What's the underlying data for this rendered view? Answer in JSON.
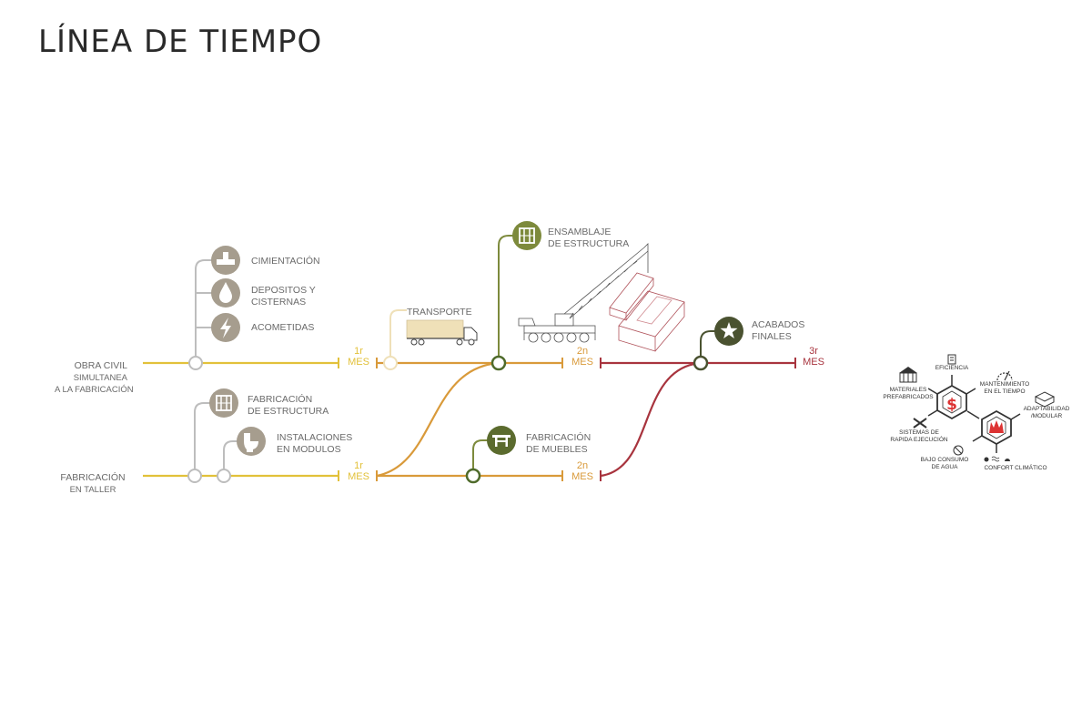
{
  "title": "LÍNEA DE TIEMPO",
  "colors": {
    "yellow": "#e2c13a",
    "orange": "#d99a3a",
    "dark_red": "#a8343e",
    "olive": "#7d8a3c",
    "dark_olive": "#4a5230",
    "gray": "#bdbdbd",
    "gray_badge": "#a69d8e",
    "cream": "#efe0b8",
    "text": "#6a6a6a"
  },
  "rows": {
    "obra_civil": {
      "line1": "OBRA CIVIL",
      "line2": "SIMULTANEA",
      "line3": "A LA FABRICACIÓN"
    },
    "fabricacion": {
      "line1": "FABRICACIÓN",
      "line2": "EN TALLER"
    }
  },
  "milestones": {
    "top_1": {
      "num": "1r",
      "unit": "MES"
    },
    "top_2": {
      "num": "2n",
      "unit": "MES"
    },
    "top_3": {
      "num": "3r",
      "unit": "MES"
    },
    "bottom_1": {
      "num": "1r",
      "unit": "MES"
    },
    "bottom_2": {
      "num": "2n",
      "unit": "MES"
    }
  },
  "tasks": {
    "cimentacion": {
      "label": "CIMIENTACIÓN",
      "icon": "foundation-icon"
    },
    "depositos": {
      "line1": "DEPOSITOS Y",
      "line2": "CISTERNAS",
      "icon": "water-drop-icon"
    },
    "acometidas": {
      "label": "ACOMETIDAS",
      "icon": "lightning-icon"
    },
    "fab_estructura": {
      "line1": "FABRICACIÓN",
      "line2": "DE ESTRUCTURA",
      "icon": "structure-frame-icon"
    },
    "instalaciones": {
      "line1": "INSTALACIONES",
      "line2": "EN MODULOS",
      "icon": "toilet-icon"
    },
    "transporte": {
      "label": "TRANSPORTE",
      "icon": "truck-icon"
    },
    "ensamblaje": {
      "line1": "ENSAMBLAJE",
      "line2": "DE ESTRUCTURA",
      "icon": "structure-frame-icon"
    },
    "fab_muebles": {
      "line1": "FABRICACIÓN",
      "line2": "DE MUEBLES",
      "icon": "table-icon"
    },
    "acabados": {
      "line1": "ACABADOS",
      "line2": "FINALES",
      "icon": "star-icon"
    }
  },
  "benefits": {
    "eficiencia": "EFICIENCIA",
    "mantenimiento_1": "MANTENIMIENTO",
    "mantenimiento_2": "EN EL TIEMPO",
    "materiales_1": "MATERIALES",
    "materiales_2": "PREFABRICADOS",
    "adaptabilidad_1": "ADAPTABILIDAD",
    "adaptabilidad_2": "/MODULAR",
    "sistemas_1": "SISTEMAS DE",
    "sistemas_2": "RAPIDA EJECUCIÓN",
    "agua_1": "BAJO CONSUMO",
    "agua_2": "DE AGUA",
    "confort": "CONFORT CLIMÁTICO"
  }
}
